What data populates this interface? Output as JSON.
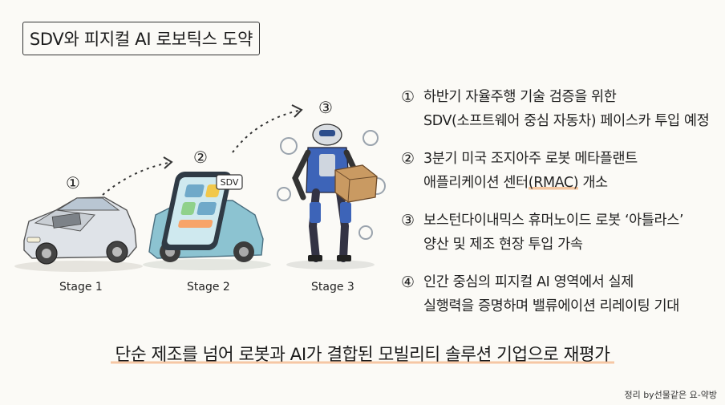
{
  "title": "SDV와 피지컬 AI 로보틱스 도약",
  "stages": [
    {
      "num": "①",
      "label": "Stage 1"
    },
    {
      "num": "②",
      "label": "Stage 2"
    },
    {
      "num": "③",
      "label": "Stage 3"
    }
  ],
  "sdv_tag": "SDV",
  "items": [
    {
      "num": "①",
      "line1": "하반기 자율주행 기술 검증을 위한",
      "line2": "SDV(소프트웨어 중심 자동차) 페이스카 투입 예정"
    },
    {
      "num": "②",
      "line1": "3분기 미국 조지아주 로봇 메타플랜트",
      "line2_pre": "애플리케이션 센터",
      "line2_hl": "(RMAC)",
      "line2_post": " 개소"
    },
    {
      "num": "③",
      "line1": "보스턴다이내믹스 휴머노이드 로봇 ‘아틀라스’",
      "line2": "양산 및 제조 현장 투입 가속"
    },
    {
      "num": "④",
      "line1": "인간 중심의 피지컬 AI 영역에서 실제",
      "line2": "실행력을 증명하며 밸류에이션 리레이팅 기대"
    }
  ],
  "conclusion": "단순 제조를 넘어 로봇과 AI가 결합된 모빌리티 솔루션 기업으로 재평가",
  "credit": "정리 by선물같은 요-약방",
  "colors": {
    "accent_underline": "#f4c7a1",
    "robot_blue": "#3d64b8",
    "car_teal": "#6fa9c9",
    "box": "#c99a62"
  }
}
